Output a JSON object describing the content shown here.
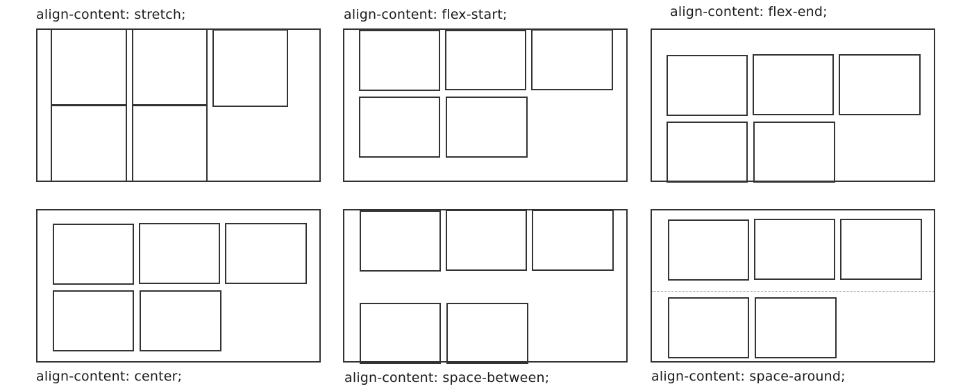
{
  "captions": {
    "stretch": "align-content: stretch;",
    "flex_start": "align-content: flex-start;",
    "flex_end": "align-content: flex-end;",
    "center": "align-content: center;",
    "space_between": "align-content: space-between;",
    "space_around": "align-content: space-around;"
  },
  "colors": {
    "stroke": "#333333",
    "background": "#ffffff",
    "divider": "#999999"
  }
}
